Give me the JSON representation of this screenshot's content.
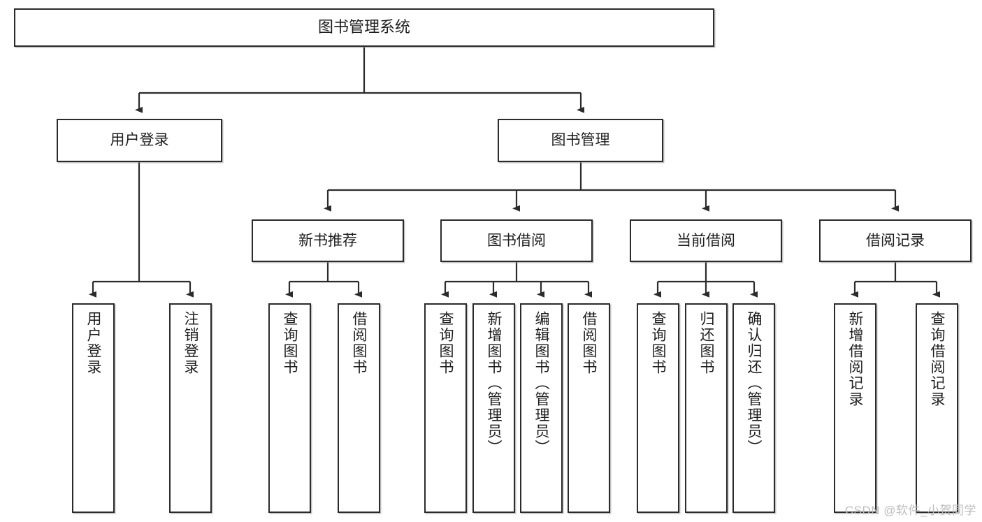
{
  "diagram": {
    "title": "图书管理系统",
    "type": "hierarchy-tree",
    "watermark": "CSDN @软件_小贺同学",
    "colors": {
      "box_border": "#2b2b2b",
      "box_fill": "#ffffff",
      "connector": "#2b2b2b",
      "text": "#1d1d1d",
      "watermark": "#bdbdbd",
      "background": "#ffffff"
    },
    "root": {
      "label": "图书管理系统"
    },
    "level2": [
      {
        "label": "用户登录"
      },
      {
        "label": "图书管理"
      }
    ],
    "level3": [
      {
        "label": "新书推荐"
      },
      {
        "label": "图书借阅"
      },
      {
        "label": "当前借阅"
      },
      {
        "label": "借阅记录"
      }
    ],
    "leaves": {
      "user_login": [
        {
          "label": "用户登录"
        },
        {
          "label": "注销登录"
        }
      ],
      "new_book": [
        {
          "label": "查询图书"
        },
        {
          "label": "借阅图书"
        }
      ],
      "book_borrow": [
        {
          "label": "查询图书"
        },
        {
          "label": "新增图书（管理员）"
        },
        {
          "label": "编辑图书（管理员）"
        },
        {
          "label": "借阅图书"
        }
      ],
      "current_borrow": [
        {
          "label": "查询图书"
        },
        {
          "label": "归还图书"
        },
        {
          "label": "确认归还（管理员）"
        }
      ],
      "borrow_record": [
        {
          "label": "新增借阅记录"
        },
        {
          "label": "查询借阅记录"
        }
      ]
    }
  }
}
